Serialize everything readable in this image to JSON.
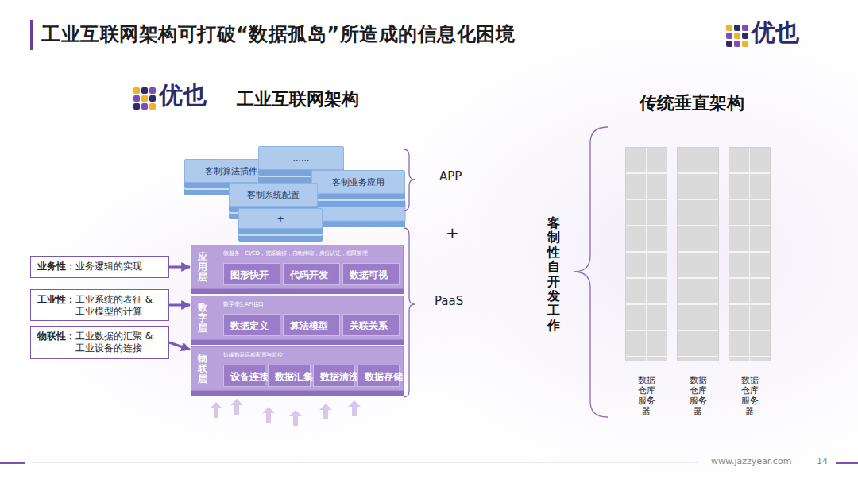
{
  "diagram": {
    "title": "工业互联网架构可打破“数据孤岛”所造成的信息化困境",
    "nodes": [
      {
        "text": [
          "客制算法插件"
        ]
      },
      {
        "text": [
          "......"
        ]
      },
      {
        "text": [
          "客制业务应用"
        ]
      },
      {
        "text": [
          "客制系统配置"
        ]
      },
      {
        "text": [
          "+"
        ]
      },
      {
        "text": [
          "应用层",
          "微服务，CI/CD，资源编排，自动伸缩，身份认证，权限管理"
        ]
      },
      {
        "text": [
          "图形快开"
        ],
        "in": 5
      },
      {
        "text": [
          "代码开发"
        ],
        "in": 5
      },
      {
        "text": [
          "数据可视"
        ],
        "in": 5
      },
      {
        "text": [
          "数字层",
          "数字孪生API接口"
        ]
      },
      {
        "text": [
          "数据定义"
        ],
        "in": 9
      },
      {
        "text": [
          "算法模型"
        ],
        "in": 9
      },
      {
        "text": [
          "关联关系"
        ],
        "in": 9
      },
      {
        "text": [
          "物联层",
          "边缘数采远程配置与监控"
        ]
      },
      {
        "text": [
          "设备连接"
        ],
        "in": 13
      },
      {
        "text": [
          "数据汇集"
        ],
        "in": 13
      },
      {
        "text": [
          "数据清洗"
        ],
        "in": 13
      },
      {
        "text": [
          "数据存储"
        ],
        "in": 13
      },
      {
        "text": [
          "业务性：",
          "业务逻辑的实现"
        ]
      },
      {
        "text": [
          "工业性：",
          "工业系统的表征 &工业模型的计算"
        ]
      },
      {
        "text": [
          "物联性：",
          "工业数据的汇聚 &工业设备的连接"
        ]
      },
      {
        "text": [
          "数据 仓库 服务 器"
        ]
      },
      {
        "text": [
          "数据 仓库 服务 器"
        ]
      },
      {
        "text": [
          "数据 仓库 服务 器"
        ]
      }
    ],
    "edges": [
      {
        "from": 18,
        "to": 5,
        "arrow": "to"
      },
      {
        "from": 19,
        "to": 9,
        "arrow": "to"
      },
      {
        "from": 20,
        "to": 13,
        "arrow": "to"
      }
    ],
    "labels": [
      "优也",
      "优也",
      "工业互联网架构",
      "传统垂直架构",
      "APP",
      "+",
      "PaaS",
      "客制性自开发工作",
      "www.jazzyear.com",
      "14"
    ]
  }
}
